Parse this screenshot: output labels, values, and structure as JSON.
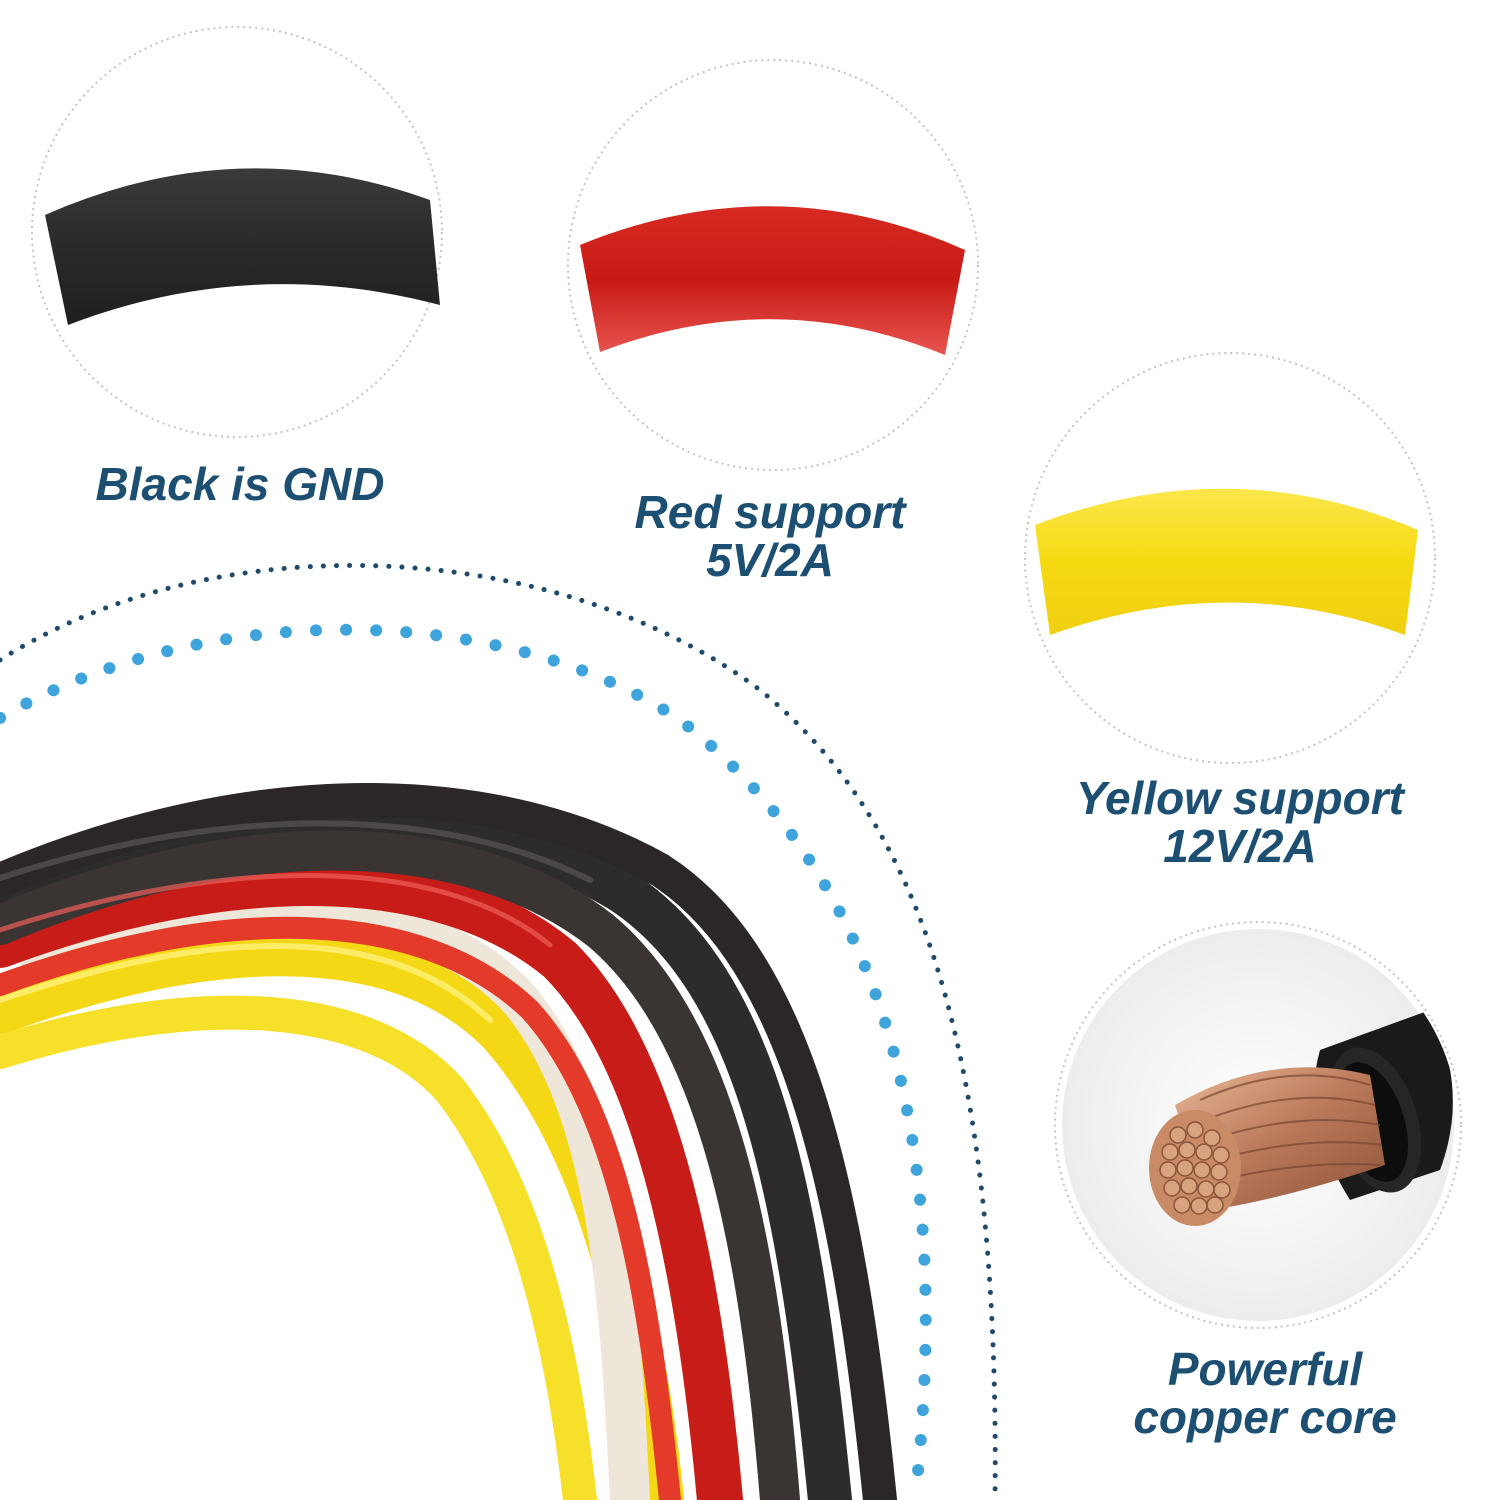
{
  "colors": {
    "text": "#1d4f72",
    "circle_border": "#c4c4c4",
    "dots_dark": "#1f4a6b",
    "dots_light": "#3fa4dc",
    "black_wire": "#2b2b2b",
    "red_wire": "#cc1b16",
    "yellow_wire": "#f7de1a",
    "white_wire": "#f2ece2",
    "copper": "#c98b66"
  },
  "features": [
    {
      "id": "black",
      "lines": [
        "Black is GND"
      ],
      "icon": "black-wire-icon"
    },
    {
      "id": "red",
      "lines": [
        "Red support",
        "5V/2A"
      ],
      "icon": "red-wire-icon"
    },
    {
      "id": "yellow",
      "lines": [
        "Yellow support",
        "12V/2A"
      ],
      "icon": "yellow-wire-icon"
    },
    {
      "id": "copper",
      "lines": [
        "Powerful",
        "copper core"
      ],
      "icon": "copper-core-icon"
    }
  ],
  "cable_image": "wire-bundle-icon"
}
